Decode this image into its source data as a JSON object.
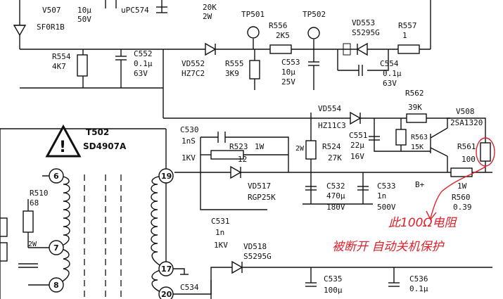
{
  "parts": {
    "v507": "V507",
    "v507_part": "SF0R1B",
    "c_top": "10μ",
    "c_top_v": "50V",
    "ic_part": "uPC574",
    "r_top_val": "20K",
    "r_top_w": "2W",
    "tp501": "TP501",
    "tp502": "TP502",
    "r556": "R556",
    "r556_val": "2K5",
    "vd553": "VD553",
    "vd553_part": "S5295G",
    "r557": "R557",
    "r557_val": "1",
    "r554": "R554",
    "r554_val": "4K7",
    "c552": "C552",
    "c552_val": "0.1μ",
    "c552_v": "63V",
    "vd552": "VD552",
    "vd552_part": "HZ7C2",
    "r555": "R555",
    "r555_val": "3K9",
    "c553": "C553",
    "c553_val": "10μ",
    "c553_v": "25V",
    "c554": "C554",
    "c554_val": "0.1μ",
    "c554_v": "63V",
    "r562": "R562",
    "r562_val": "39K",
    "vd554": "VD554",
    "vd554_part": "HZ11C3",
    "v508": "V508",
    "v508_part": "2SA1320",
    "t502": "T502",
    "t502_part": "SD4907A",
    "c530": "C530",
    "c530_val": "1nS",
    "c530_v": "1KV",
    "r523": "R523",
    "r523_w": "1W",
    "r523_val": "12",
    "r524_w": "2W",
    "r524": "R524",
    "r524_val": "27K",
    "c551": "C551",
    "c551_val": "22μ",
    "c551_v": "16V",
    "r563": "R563",
    "r563_val": "15K",
    "r561": "R561",
    "r561_val": "100",
    "r510": "R510",
    "r510_val": "68",
    "r510_w": "2W",
    "vd517": "VD517",
    "vd517_part": "RGP25K",
    "c532": "C532",
    "c532_val": "470μ",
    "c532_v": "180V",
    "c533": "C533",
    "c533_val": "1n",
    "c533_v": "500V",
    "b_plus": "B+",
    "r560_w": "1W",
    "r560": "R560",
    "r560_val": "0.39",
    "c531": "C531",
    "c531_val": "1n",
    "c531_v": "1KV",
    "vd518": "VD518",
    "vd518_part": "S5295G",
    "c534": "C534",
    "c535": "C535",
    "c535_val": "100μ",
    "c536": "C536",
    "c536_val": "0.1μ"
  },
  "pins": {
    "p6": "6",
    "p7": "7",
    "p8": "8",
    "p17": "17",
    "p19": "19",
    "p20": "20"
  },
  "annotation": {
    "line1": "此100Ω电阻",
    "line2": "被断开 自动关机保护"
  },
  "colors": {
    "ink": "#111111",
    "annotation": "#e0202a",
    "background": "#ffffff"
  }
}
